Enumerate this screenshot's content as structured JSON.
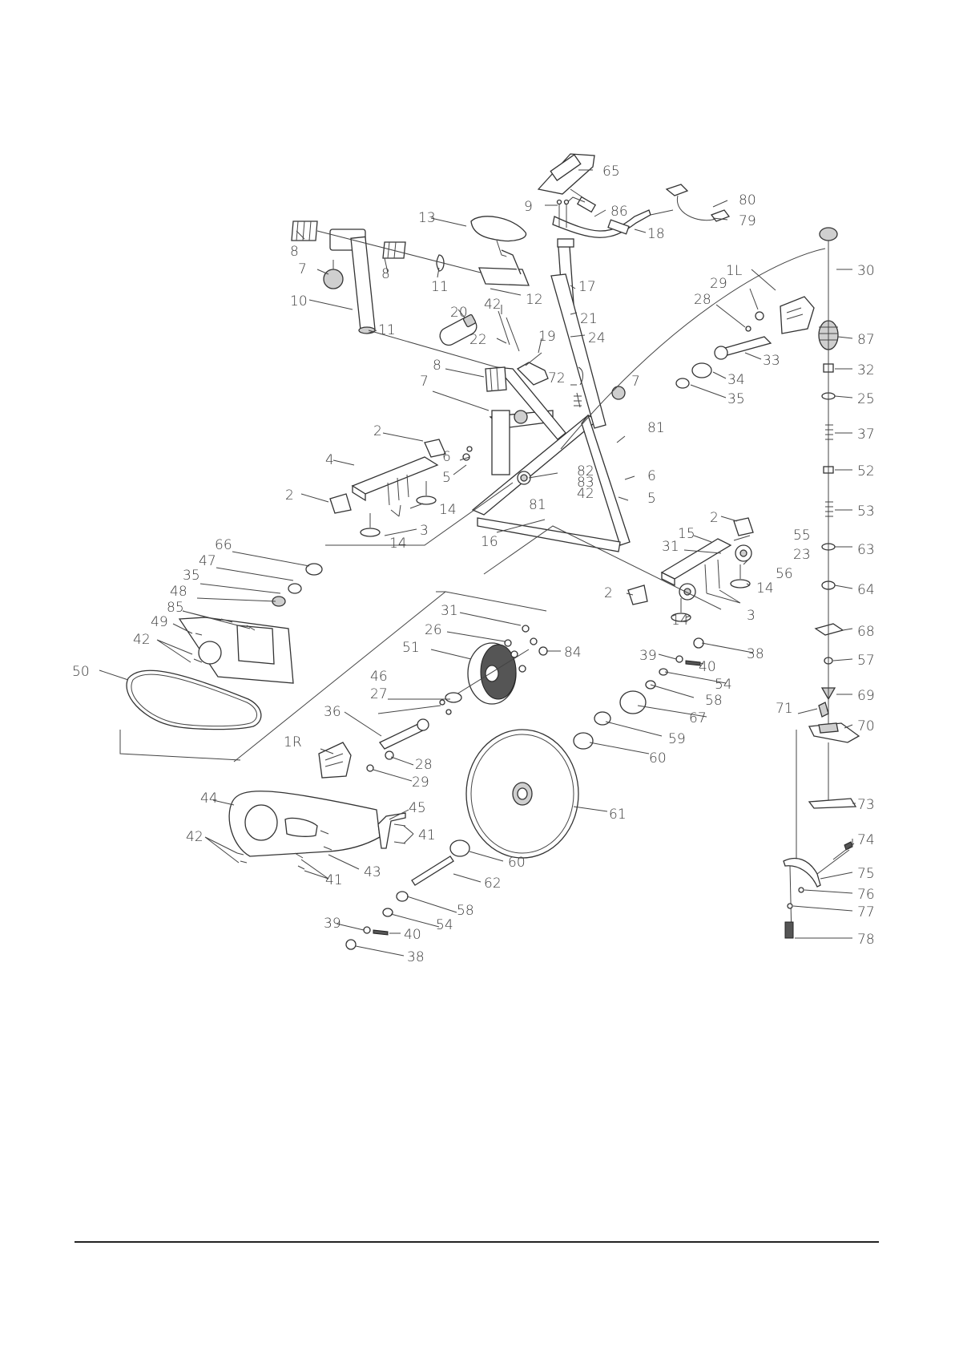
{
  "diagram": {
    "part_numbers": [
      "1L",
      "1R",
      "2",
      "3",
      "4",
      "5",
      "6",
      "7",
      "8",
      "9",
      "10",
      "11",
      "12",
      "13",
      "14",
      "15",
      "16",
      "17",
      "18",
      "19",
      "20",
      "21",
      "22",
      "23",
      "24",
      "25",
      "26",
      "27",
      "28",
      "29",
      "30",
      "31",
      "32",
      "33",
      "34",
      "35",
      "36",
      "37",
      "38",
      "39",
      "40",
      "41",
      "42",
      "43",
      "44",
      "45",
      "46",
      "47",
      "48",
      "49",
      "50",
      "51",
      "52",
      "53",
      "54",
      "55",
      "56",
      "57",
      "58",
      "59",
      "60",
      "61",
      "62",
      "63",
      "64",
      "65",
      "66",
      "67",
      "68",
      "69",
      "70",
      "71",
      "72",
      "73",
      "74",
      "75",
      "76",
      "77",
      "78",
      "79",
      "80",
      "81",
      "82",
      "83",
      "84",
      "85",
      "86",
      "87"
    ],
    "labels": {
      "l65": "65",
      "l9": "9",
      "l86": "86",
      "l80": "80",
      "l79": "79",
      "l13": "13",
      "l18": "18",
      "l8a": "8",
      "l8b": "8",
      "l7a": "7",
      "l11a": "11",
      "l12": "12",
      "l17": "17",
      "l10": "10",
      "l42a": "42",
      "l20": "20",
      "l22": "22",
      "l21": "21",
      "l19": "19",
      "l24": "24",
      "l11b": "11",
      "l1L": "1L",
      "l29a": "29",
      "l28a": "28",
      "l33": "33",
      "l34": "34",
      "l35a": "35",
      "l8c": "8",
      "l7b": "7",
      "l72": "72",
      "l7c": "7",
      "l30": "30",
      "l87": "87",
      "l32": "32",
      "l25": "25",
      "l37": "37",
      "l52": "52",
      "l53": "53",
      "l63": "63",
      "l64": "64",
      "l68": "68",
      "l57": "57",
      "l69": "69",
      "l70": "70",
      "l71": "71",
      "l73": "73",
      "l74": "74",
      "l75": "75",
      "l76": "76",
      "l77": "77",
      "l78": "78",
      "l2a": "2",
      "l6a": "6",
      "l5a": "5",
      "l4": "4",
      "l2b": "2",
      "l3a": "3",
      "l14a": "14",
      "l14b": "14",
      "l81a": "81",
      "l82": "82",
      "l83": "83",
      "l42b": "42",
      "l81b": "81",
      "l6b": "6",
      "l5b": "5",
      "l16": "16",
      "l2c": "2",
      "l15": "15",
      "l55": "55",
      "l31a": "31",
      "l23": "23",
      "l56": "56",
      "l2d": "2",
      "l14c": "14",
      "l14d": "14",
      "l3b": "3",
      "l66": "66",
      "l47": "47",
      "l35b": "35",
      "l48": "48",
      "l85": "85",
      "l49": "49",
      "l42c": "42",
      "l50": "50",
      "l31b": "31",
      "l26": "26",
      "l51": "51",
      "l84": "84",
      "l46": "46",
      "l27": "27",
      "l36": "36",
      "l38a": "38",
      "l39a": "39",
      "l40a": "40",
      "l54a": "54",
      "l58a": "58",
      "l67": "67",
      "l59": "59",
      "l60a": "60",
      "l1R": "1R",
      "l28b": "28",
      "l29b": "29",
      "l61": "61",
      "l44": "44",
      "l45": "45",
      "l41a": "41",
      "l42d": "42",
      "l43": "43",
      "l41b": "41",
      "l60b": "60",
      "l62": "62",
      "l58b": "58",
      "l54b": "54",
      "l39b": "39",
      "l40b": "40",
      "l38b": "38"
    }
  }
}
